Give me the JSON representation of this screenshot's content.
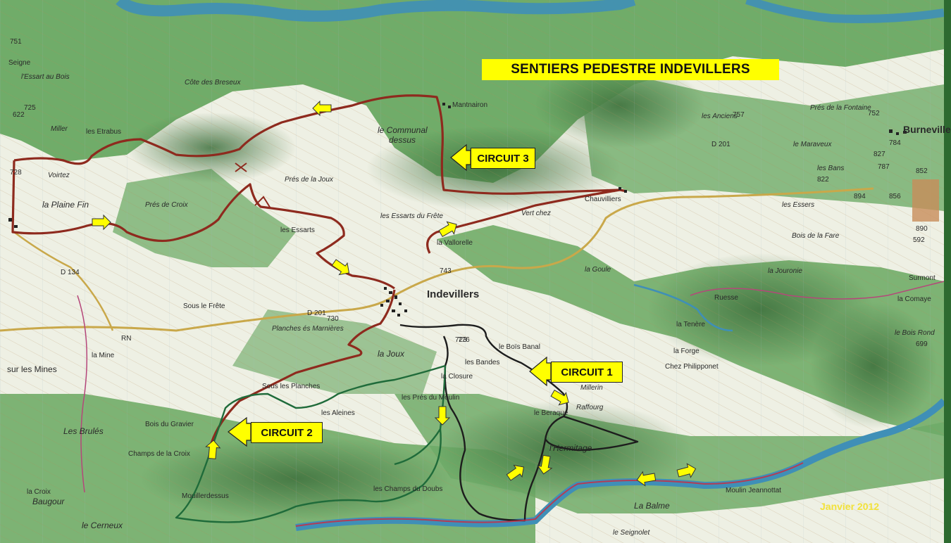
{
  "title": "SENTIERS PEDESTRE INDEVILLERS",
  "circuits": [
    {
      "id": "c1",
      "label": "CIRCUIT 1",
      "color": "#1d1d1d"
    },
    {
      "id": "c2",
      "label": "CIRCUIT 2",
      "color": "#1f6b3a"
    },
    {
      "id": "c3",
      "label": "CIRCUIT 3",
      "color": "#8e2a1e"
    }
  ],
  "date": "Janvier 2012",
  "colors": {
    "highlight": "#ffff00",
    "river": "#3f8fb7",
    "forest": "#5c9a55",
    "meadow": "#eef0e4"
  },
  "places": {
    "burnevillers": "Burnevillers",
    "indevillers": "Indevillers",
    "chauvilliers": "Chauvilliers",
    "mantnairon": "Mantnairon",
    "communal": "le Communal",
    "communal2": "dessus",
    "essarts": "les Essarts",
    "essarts_frete": "les Essarts du Frête",
    "plaine_fin": "la Plaine Fin",
    "voirtez": "Voirtez",
    "miller": "Miller",
    "etrabus": "les Etrabus",
    "pres_joux": "Prés de la Joux",
    "pres_croix": "Prés de Croix",
    "sous_frete": "Sous le Frête",
    "planches": "Planches és Marnières",
    "mines": "sur les Mines",
    "la_mine": "la Mine",
    "les_brules": "Les Brulés",
    "champs_croix": "Champs de la Croix",
    "la_forge": "la Forge",
    "chez_philippones": "Chez Philipponet",
    "les_bans": "les Bans",
    "les_essers": "les Essers",
    "bois_fare": "Bois de la Fare",
    "la_goule": "la Goule",
    "la_jouronie": "la Jouronie",
    "la_roche": "le Bois Rond",
    "la_comaye": "la Comaye",
    "surmont": "Surmont",
    "les_anciens": "les Anciens",
    "pres_fontaine": "Prés de la Fontaine",
    "le_maraveux": "le Maraveux",
    "cote_breseux": "Côte des Breseux",
    "essart_bois": "l'Essart au Bois",
    "baugour": "Baugour",
    "le_cerneux": "le Cerneux",
    "les_aleines": "les Aleines",
    "la_closure": "la Closure",
    "les_bandes": "les Bandes",
    "le_bois_banal": "le Boïs Banal",
    "millerin": "Millerin",
    "raffourg": "Raffourg",
    "le_beraque": "le Beraque",
    "soubey": "Sous les Planches",
    "la_joux": "la Joux",
    "la_vallorelle": "la Vallorelle",
    "vert_chez": "Vert chez",
    "rusese": "Ruesse",
    "la_tenere": "la Tenère",
    "la_balme": "La Balme",
    "le_seignolet": "le Seignolet",
    "champs_doubs": "les Champs du Doubs",
    "les_pres_moulin": "les Prés du Moulin",
    "seigne": "Seigne",
    "bois_gravier": "Bois du Gravier",
    "moulin_jeannottat": "Moulin Jeannottat",
    "hermitage": "l'Hermitage",
    "la_croix": "la Croix",
    "mouillerdessus": "Mouillerdessus"
  },
  "roads": [
    "D 201",
    "D 134",
    "RN",
    "D 201"
  ],
  "spot_heights": [
    "757",
    "787",
    "822",
    "827",
    "856",
    "894",
    "852",
    "752",
    "784",
    "890",
    "592",
    "699",
    "622",
    "728",
    "751",
    "725",
    "730",
    "743",
    "723",
    "776"
  ]
}
